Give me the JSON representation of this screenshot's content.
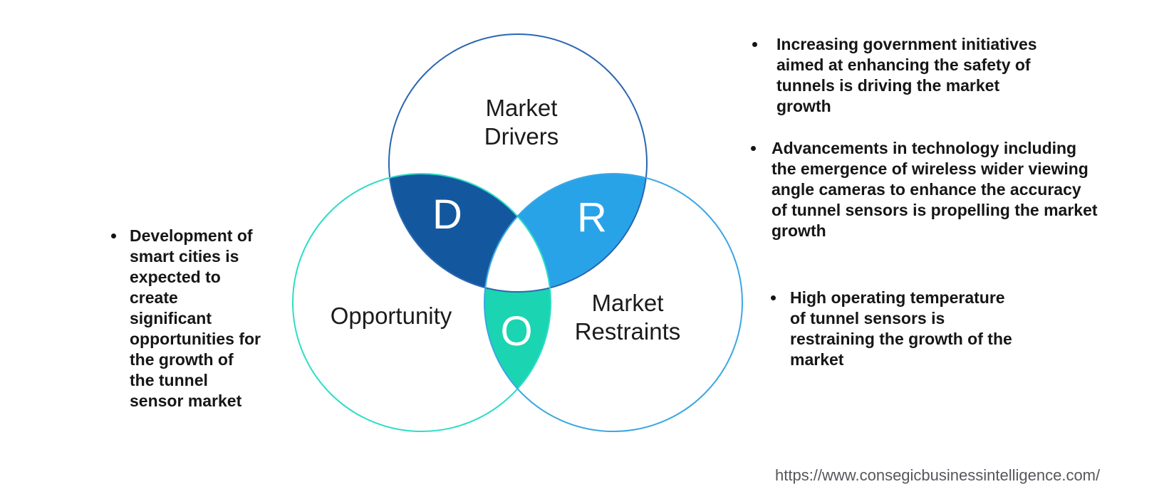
{
  "diagram": {
    "drivers": {
      "label": "Market\nDrivers",
      "letter": "D"
    },
    "opportunity": {
      "label": "Opportunity",
      "letter": "O"
    },
    "restraints": {
      "label": "Market\nRestraints",
      "letter": "R"
    }
  },
  "left_notes": [
    {
      "text": "Development of\nsmart cities is\nexpected to\ncreate\nsignificant\nopportunities for\nthe growth of\nthe tunnel\nsensor market"
    }
  ],
  "right_notes": [
    {
      "text": "Increasing government initiatives\naimed at enhancing the safety of\ntunnels is driving the market\ngrowth"
    },
    {
      "text": "Advancements in technology including\nthe emergence of wireless wider viewing\nangle cameras to enhance the accuracy\nof tunnel sensors is propelling the market\ngrowth"
    },
    {
      "text": "High operating temperature\nof tunnel sensors is\nrestraining the growth of the\nmarket"
    }
  ],
  "footer": {
    "url": "https://www.consegicbusinessintelligence.com/"
  },
  "colors": {
    "background": "#ffffff",
    "drivers_stroke": "#2a66b0",
    "opportunity_stroke": "#2eddc6",
    "restraints_stroke": "#3aa7e4",
    "overlap_drivers_opportunity": "#13589f",
    "overlap_drivers_restraints": "#29a3e8",
    "overlap_opportunity_restraints": "#1bd4b2",
    "center_fill": "#ffffff",
    "note_text": "#161616",
    "url_text": "#56575b"
  }
}
